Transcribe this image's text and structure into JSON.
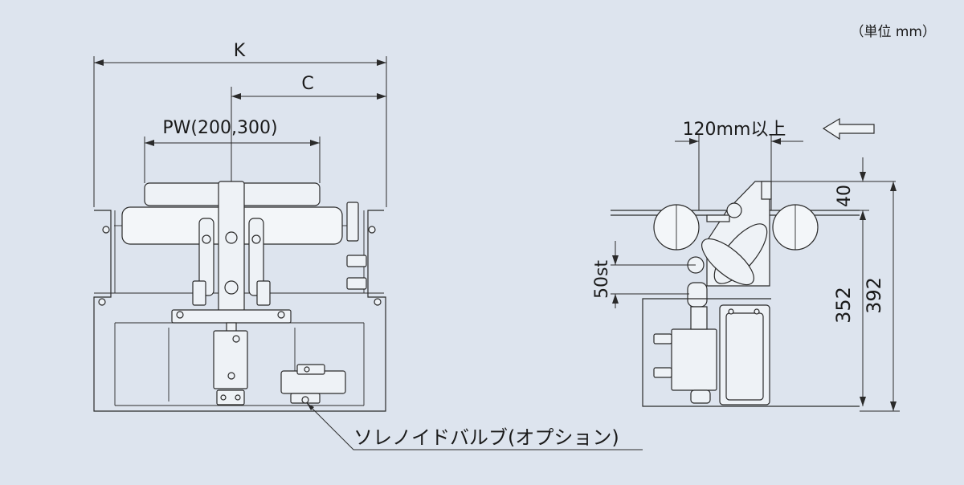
{
  "unit_note": "（単位 mm）",
  "front_view": {
    "dim_k": "K",
    "dim_c": "C",
    "dim_pw": "PW(200,300)",
    "callout": "ソレノイドバルブ(オプション)"
  },
  "side_view": {
    "dim_120": "120mm以上",
    "dim_40": "40",
    "dim_50st": "50st",
    "dim_352": "352",
    "dim_392": "392",
    "flow_arrow_icon": "left-arrow-icon"
  }
}
